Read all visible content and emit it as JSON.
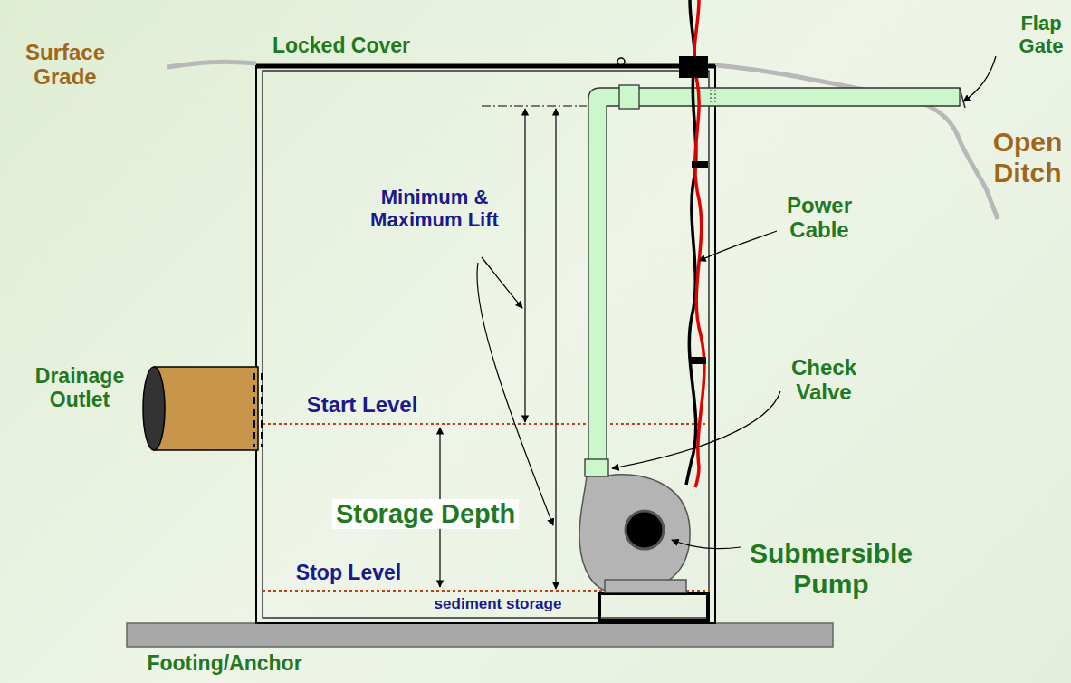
{
  "diagram": {
    "nodes": [
      {
        "text": [
          "Storage Depth"
        ]
      }
    ],
    "labels": [
      "Locked Cover",
      "Flap Gate",
      "Surface Grade",
      "Open Ditch",
      "Minimum & Maximum Lift",
      "Power Cable",
      "Drainage Outlet",
      "Check Valve",
      "Start Level",
      "Submersible Pump",
      "Stop Level",
      "sediment storage",
      "Footing/Anchor"
    ]
  }
}
